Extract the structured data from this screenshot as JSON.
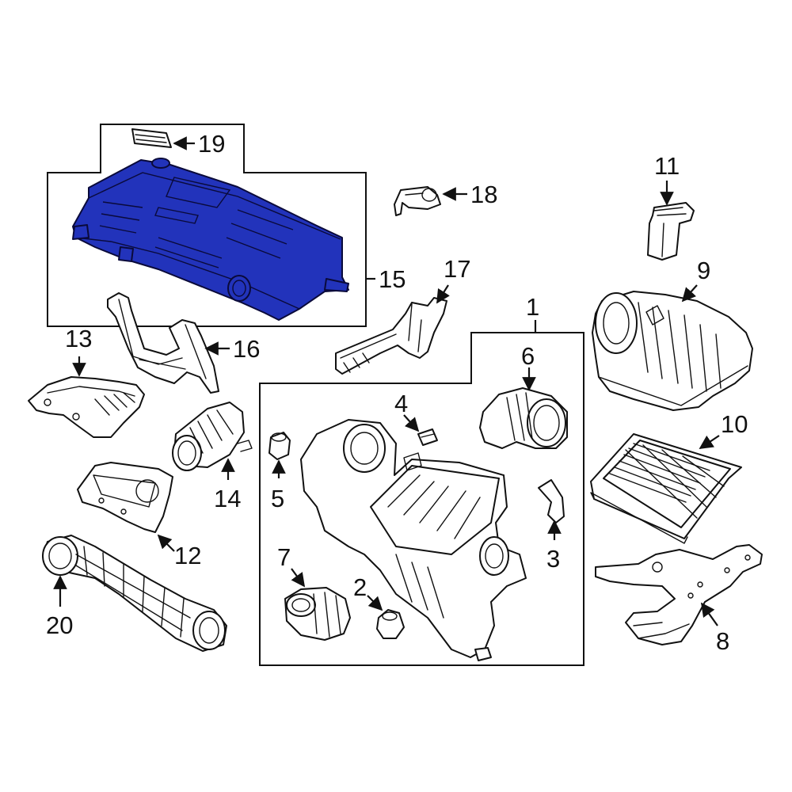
{
  "diagram": {
    "highlight_color": "#2233bb",
    "callouts": {
      "c1": "1",
      "c2": "2",
      "c3": "3",
      "c4": "4",
      "c5": "5",
      "c6": "6",
      "c7": "7",
      "c8": "8",
      "c9": "9",
      "c10": "10",
      "c11": "11",
      "c12": "12",
      "c13": "13",
      "c14": "14",
      "c15": "15",
      "c16": "16",
      "c17": "17",
      "c18": "18",
      "c19": "19",
      "c20": "20"
    }
  }
}
